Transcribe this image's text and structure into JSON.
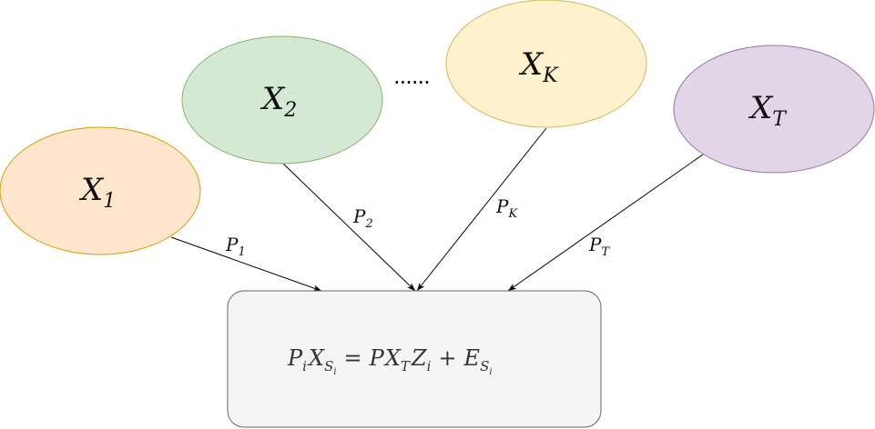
{
  "nodes": {
    "x1": {
      "var": "X",
      "sub": "1",
      "fill": "#ffe6cc",
      "stroke": "#d79b00"
    },
    "x2": {
      "var": "X",
      "sub": "2",
      "fill": "#d5e8d4",
      "stroke": "#82b366"
    },
    "xk": {
      "var": "X",
      "sub": "K",
      "fill": "#fff2cc",
      "stroke": "#d6b656"
    },
    "xt": {
      "var": "X",
      "sub": "T",
      "fill": "#e1d5e7",
      "stroke": "#9673a6"
    }
  },
  "ellipsis": "......",
  "edges": {
    "p1": {
      "var": "P",
      "sub": "1"
    },
    "p2": {
      "var": "P",
      "sub": "2"
    },
    "pk": {
      "var": "P",
      "sub": "K"
    },
    "pt": {
      "var": "P",
      "sub": "T"
    }
  },
  "equation": {
    "p_i": "P",
    "p_i_sub": "i",
    "x_s": "X",
    "x_s_sub": "S",
    "x_s_subsub": "i",
    "equals": "=",
    "p": "P",
    "x_t": "X",
    "x_t_sub": "T",
    "z": "Z",
    "z_sub": "i",
    "plus": "+",
    "e": "E",
    "e_sub": "S",
    "e_subsub": "i"
  }
}
